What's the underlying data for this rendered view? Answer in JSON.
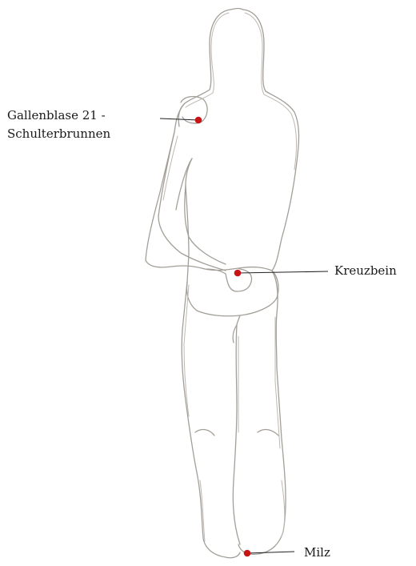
{
  "points": [
    {
      "id": "gb21",
      "lines": [
        "Gallenblase 21 -",
        "Schulterbrunnen"
      ]
    },
    {
      "id": "kreuzbein",
      "lines": [
        "Kreuzbein"
      ]
    },
    {
      "id": "milz",
      "lines": [
        "Milz"
      ]
    }
  ],
  "colors": {
    "marker": "#c81414",
    "sketch": "#a39f98",
    "leader": "#222222",
    "text": "#1a1a1a"
  }
}
